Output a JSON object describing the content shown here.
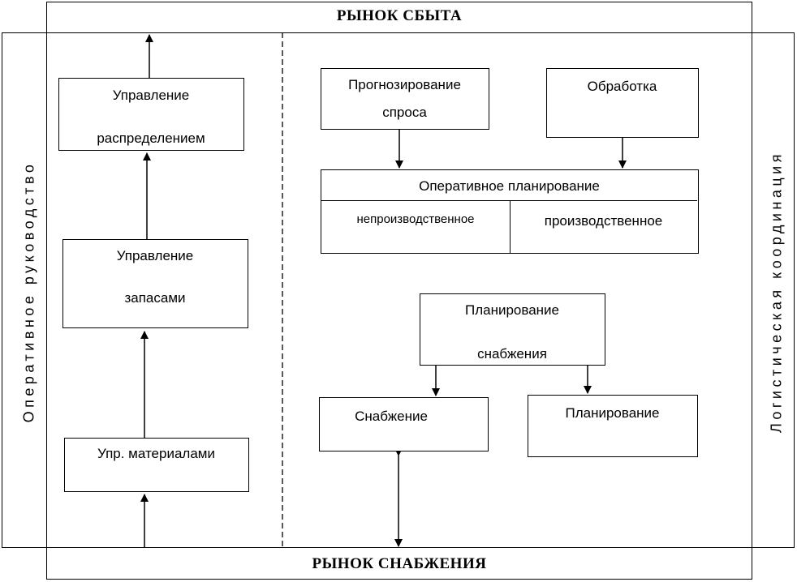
{
  "market_sales": "РЫНОК СБЫТА",
  "market_supply": "РЫНОК СНАБЖЕНИЯ",
  "left_side_label": "Оперативное руководство",
  "right_side_label": "Логистическая координация",
  "left_column": {
    "distribution": [
      "Управление",
      "распределением"
    ],
    "inventory": [
      "Управление",
      "запасами"
    ],
    "materials": "Упр. материалами"
  },
  "right_column": {
    "demand_forecasting": [
      "Прогнозирование",
      "спроса"
    ],
    "processing": "Обработка",
    "operational_planning": {
      "title": "Оперативное планирование",
      "non_production": "непроизводственное",
      "production": "производственное"
    },
    "supply_planning": [
      "Планирование",
      "снабжения"
    ],
    "supply": "Снабжение",
    "planning": "Планирование"
  }
}
